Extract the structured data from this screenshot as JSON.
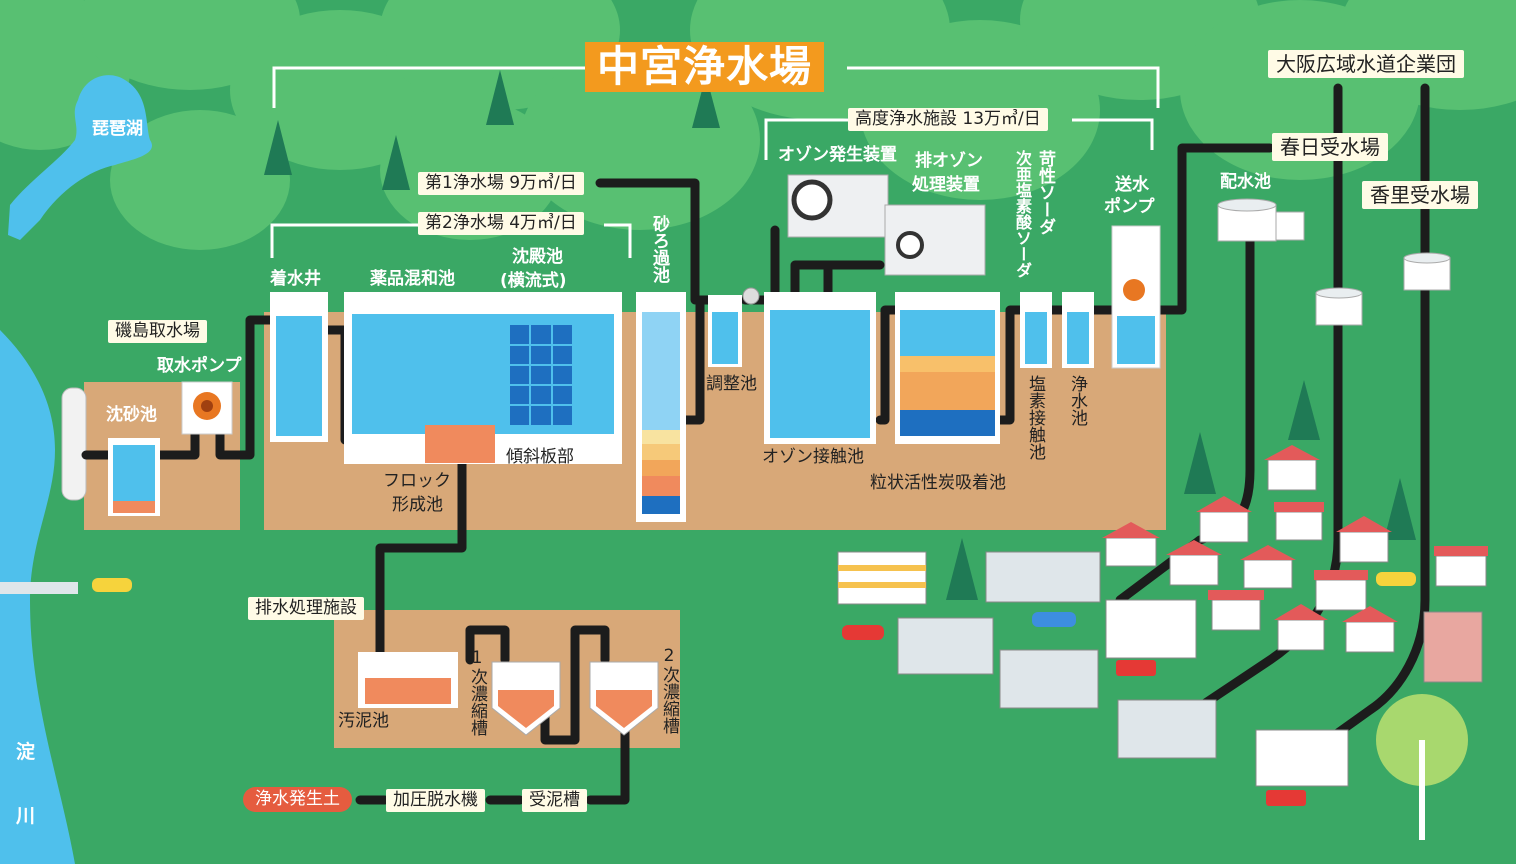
{
  "title": "中宮浄水場",
  "lake": "琵琶湖",
  "river": [
    "淀",
    "川"
  ],
  "intake": {
    "station": "磯島取水場",
    "pump": "取水ポンプ",
    "sand_basin": "沈砂池"
  },
  "plants": {
    "first": "第1浄水場 9万㎥/日",
    "second": "第2浄水場 4万㎥/日",
    "advanced": "高度浄水施設 13万㎥/日"
  },
  "process": {
    "receiving_well": "着水井",
    "chemical_mixing": "薬品混和池",
    "sedimentation": [
      "沈殿池",
      "(横流式)"
    ],
    "sand_filter": "砂ろ過池",
    "floc": [
      "フロック",
      "形成池"
    ],
    "inclined_plate": "傾斜板部",
    "adjustment": "調整池",
    "ozone_gen": "オゾン発生装置",
    "exhaust_ozone": [
      "排オゾン",
      "処理装置"
    ],
    "caustic_soda": "苛性ソーダ",
    "hypochlorite": "次亜塩素酸ソーダ",
    "pump": [
      "送水",
      "ポンプ"
    ],
    "ozone_contact": "オゾン接触池",
    "gac": "粒状活性炭吸着池",
    "chlorine_contact": "塩素接触池",
    "clear_well": "浄水池",
    "distribution": "配水池"
  },
  "external": {
    "osaka": "大阪広域水道企業団",
    "kasuga": "春日受水場",
    "kori": "香里受水場"
  },
  "wastewater": {
    "title": "排水処理施設",
    "sludge_pond": "汚泥池",
    "thick1": "1次濃縮槽",
    "thick2": "2次濃縮槽",
    "soil": "浄水発生土",
    "dewater": "加圧脱水機",
    "receive": "受泥槽"
  },
  "colors": {
    "ground": "#3aa865",
    "mountain": "#58c072",
    "water": "#4fc0ec",
    "soil": "#d8a878",
    "accent": "#f39a1e",
    "pipe": "#1c1c1c"
  }
}
